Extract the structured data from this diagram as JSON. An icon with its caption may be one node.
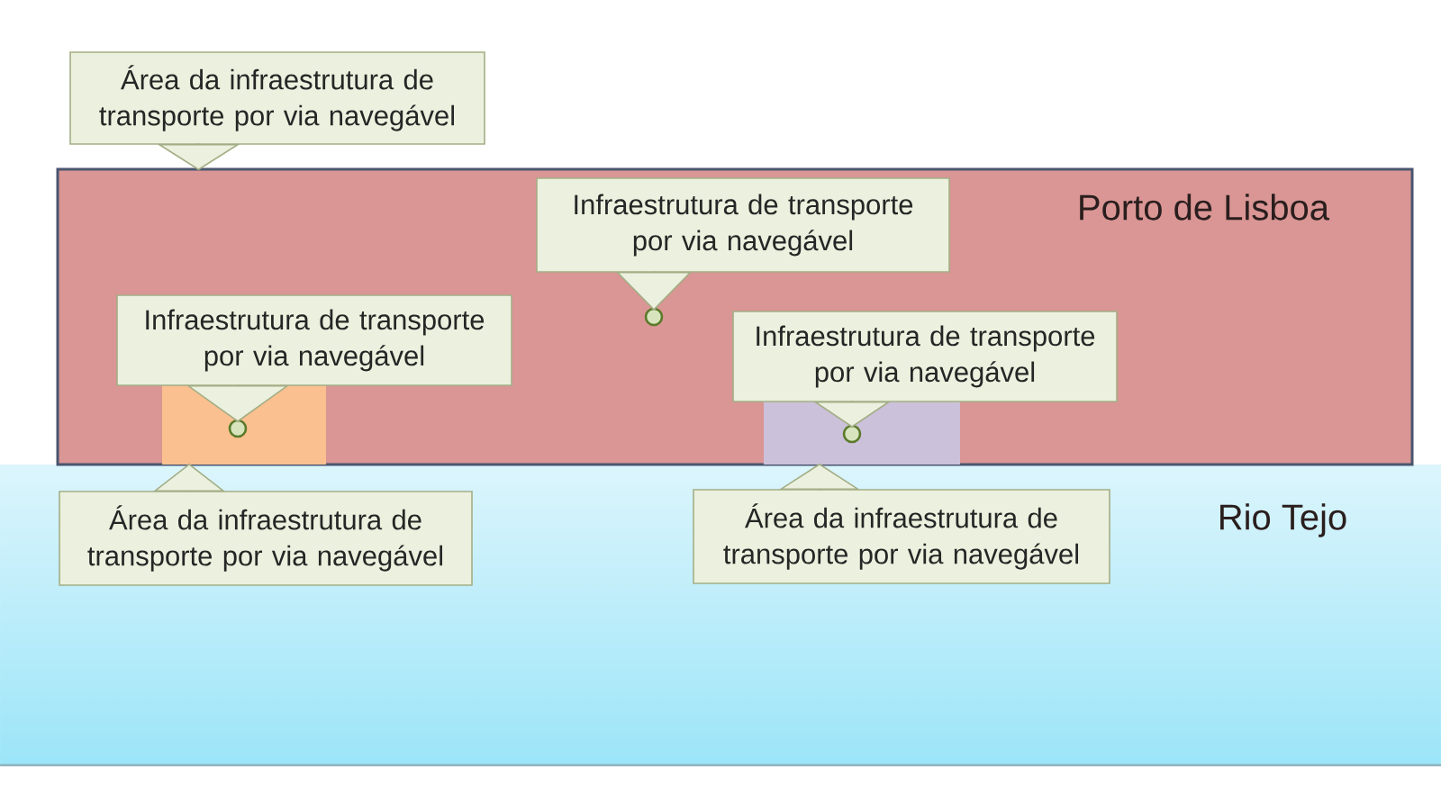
{
  "diagram": {
    "nodes": [
      {
        "text": [
          "Área da infraestrutura de transporte por via navegável"
        ]
      },
      {
        "text": [
          "Porto de Lisboa"
        ]
      },
      {
        "text": [
          "Infraestrutura de transporte por via navegável"
        ],
        "in": 1
      },
      {
        "text": [],
        "shape": "circle",
        "in": 1
      },
      {
        "text": [
          "Infraestrutura de transporte por via navegável"
        ],
        "in": 1
      },
      {
        "text": [
          "Infraestrutura de transporte por via navegável"
        ],
        "in": 1
      },
      {
        "text": [],
        "shape": "box",
        "in": 1
      },
      {
        "text": [],
        "shape": "circle",
        "in": 6
      },
      {
        "text": [],
        "shape": "box",
        "in": 1
      },
      {
        "text": [],
        "shape": "circle",
        "in": 8
      },
      {
        "text": [
          "Rio Tejo"
        ]
      },
      {
        "text": [
          "Área da infraestrutura de transporte por via navegável"
        ],
        "in": 10
      },
      {
        "text": [
          "Área da infraestrutura de transporte por via navegável"
        ],
        "in": 10
      }
    ],
    "edges": [
      {
        "from": 0,
        "to": 1,
        "arrow": "to"
      },
      {
        "from": 2,
        "to": 3,
        "arrow": "to"
      },
      {
        "from": 4,
        "to": 7,
        "arrow": "to"
      },
      {
        "from": 5,
        "to": 9,
        "arrow": "to"
      },
      {
        "from": 11,
        "to": 6,
        "arrow": "to"
      },
      {
        "from": 12,
        "to": 8,
        "arrow": "to"
      }
    ]
  }
}
